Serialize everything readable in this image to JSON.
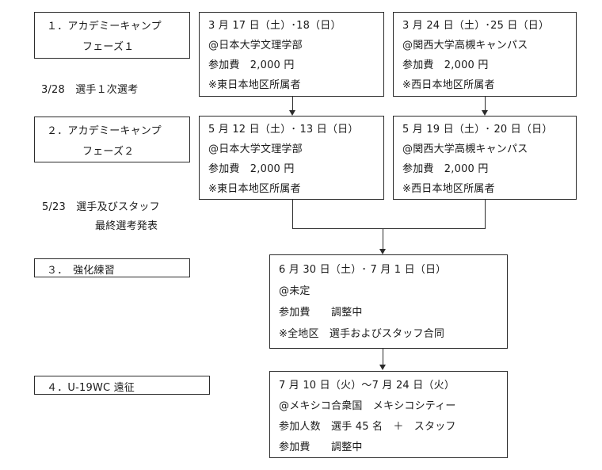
{
  "phase1": {
    "title_line1": "１．アカデミーキャンプ",
    "title_line2": "フェーズ１",
    "east": [
      "3 月 17 日（土）･18（日）",
      "@日本大学文理学部",
      "参加費　2,000 円",
      "※東日本地区所属者"
    ],
    "west": [
      "3 月 24 日（土）･25 日（日）",
      "@関西大学高槻キャンパス",
      "参加費　2,000 円",
      "※西日本地区所属者"
    ],
    "note": "3/28　選手１次選考"
  },
  "phase2": {
    "title_line1": "２．アカデミーキャンプ",
    "title_line2": "フェーズ２",
    "east": [
      "5 月 12 日（土）･ 13 日（日）",
      "@日本大学文理学部",
      "参加費　2,000 円",
      "※東日本地区所属者"
    ],
    "west": [
      "5 月 19 日（土）･ 20 日（日）",
      "@関西大学高槻キャンパス",
      "参加費　2,000 円",
      "※西日本地区所属者"
    ],
    "note_line1": "5/23　選手及びスタッフ",
    "note_line2": "最終選考発表"
  },
  "phase3": {
    "title": "３．　強化練習",
    "lines": [
      "6 月 30 日（土）･ 7 月 1 日（日）",
      "@未定",
      "参加費　　調整中",
      "※全地区　選手およびスタッフ合同"
    ]
  },
  "phase4": {
    "title": "４．U-19WC 遠征",
    "lines": [
      "7 月 10 日（火）～7 月 24 日（火）",
      "@メキシコ合衆国　メキシコシティー",
      "参加人数　選手 45 名　＋　スタッフ",
      "参加費　　調整中"
    ]
  }
}
